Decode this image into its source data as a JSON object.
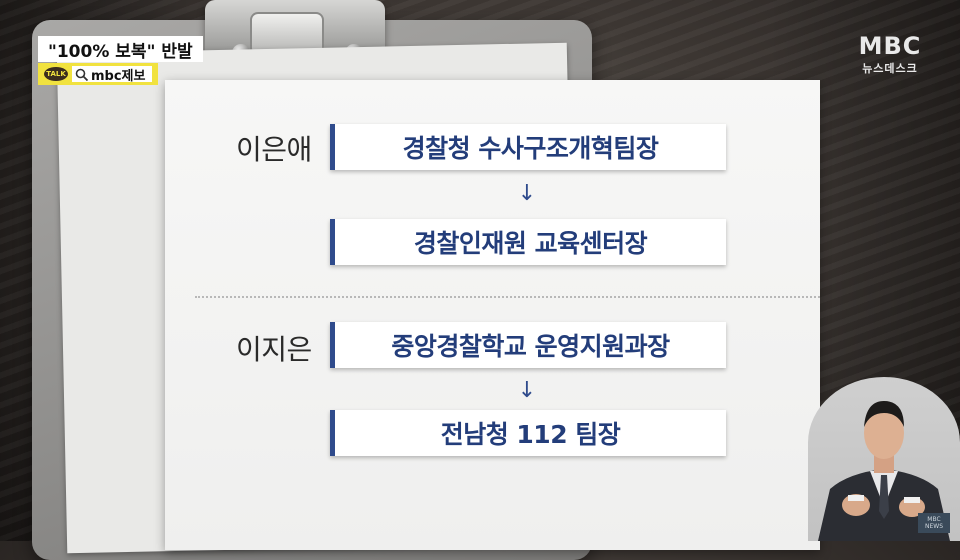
{
  "caption": {
    "title": "\"100% 보복\" 반발",
    "tip_badge": "TALK",
    "tip_text": "mbc제보"
  },
  "logo": {
    "main": "MBC",
    "sub": "뉴스데스크"
  },
  "entries": [
    {
      "name": "이은애",
      "from": "경찰청 수사구조개혁팀장",
      "to": "경찰인재원 교육센터장"
    },
    {
      "name": "이지은",
      "from": "중앙경찰학교 운영지원과장",
      "to": "전남청 112 팀장"
    }
  ],
  "arrow_glyph": "↓",
  "interpreter_badge": "MBC NEWS"
}
